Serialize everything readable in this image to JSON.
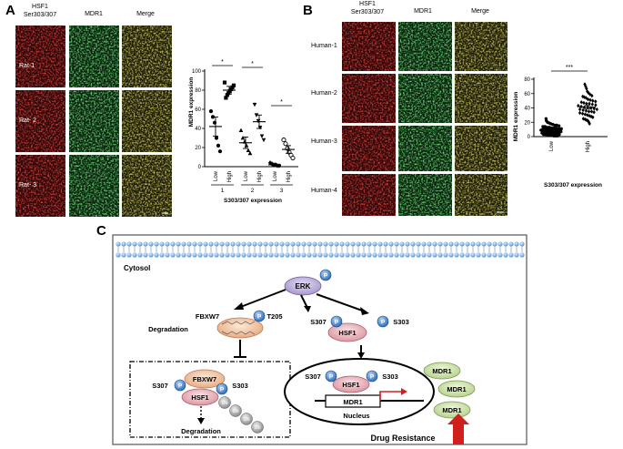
{
  "panel_a": {
    "letter": "A",
    "col_headers": [
      "HSF1\nSer303/307",
      "MDR1",
      "Merge"
    ],
    "row_labels": [
      "Rat-1",
      "Rat- 2",
      "Rat- 3"
    ]
  },
  "panel_b": {
    "letter": "B",
    "col_headers": [
      "HSF1\nSer303/307",
      "MDR1",
      "Merge"
    ],
    "row_labels": [
      "Human-1",
      "Human-2",
      "Human-3",
      "Human-4"
    ]
  },
  "panel_c": {
    "letter": "C",
    "cytosol": "Cytosol",
    "erk": "ERK",
    "fbxw7": "FBXW7",
    "t205": "T205",
    "degradation": "Degradation",
    "s307": "S307",
    "s303": "S303",
    "hsf1": "HSF1",
    "p": "P",
    "ub": "Ub",
    "mdr1": "MDR1",
    "nucleus": "Nucleus",
    "drug_resistance": "Drug Resistance"
  },
  "chart_data": [
    {
      "type": "scatter",
      "panel": "A",
      "ylabel": "MDR1 expression",
      "xlabel": "S303/307 expression",
      "ylim": [
        0,
        100
      ],
      "yticks": [
        0,
        20,
        40,
        60,
        80,
        100
      ],
      "categories": [
        "Low",
        "High",
        "Low",
        "High",
        "Low",
        "High"
      ],
      "groups": [
        "1",
        "2",
        "3"
      ],
      "significance": [
        "*",
        "*",
        "*"
      ],
      "series": [
        {
          "category": "Low",
          "group": "1",
          "marker": "filled-circle",
          "mean": 42,
          "sem": 10,
          "values": [
            58,
            52,
            46,
            30,
            22,
            16
          ]
        },
        {
          "category": "High",
          "group": "1",
          "marker": "filled-square",
          "mean": 80,
          "sem": 4,
          "values": [
            88,
            85,
            83,
            81,
            79,
            77,
            75,
            72
          ]
        },
        {
          "category": "Low",
          "group": "2",
          "marker": "filled-triangle-up",
          "mean": 25,
          "sem": 6,
          "values": [
            38,
            30,
            26,
            22,
            17,
            14
          ]
        },
        {
          "category": "High",
          "group": "2",
          "marker": "filled-triangle-down",
          "mean": 47,
          "sem": 7,
          "values": [
            65,
            54,
            48,
            41,
            32,
            28
          ]
        },
        {
          "category": "Low",
          "group": "3",
          "marker": "filled-diamond",
          "mean": 2,
          "sem": 1,
          "values": [
            4,
            3,
            2,
            2,
            1,
            1
          ]
        },
        {
          "category": "High",
          "group": "3",
          "marker": "open-circle",
          "mean": 18,
          "sem": 4,
          "values": [
            28,
            24,
            19,
            15,
            12,
            9
          ]
        }
      ]
    },
    {
      "type": "scatter",
      "panel": "B",
      "ylabel": "MDR1 expression",
      "xlabel": "S303/307 expression",
      "ylim": [
        0,
        80
      ],
      "yticks": [
        0,
        20,
        40,
        60,
        80
      ],
      "categories": [
        "Low",
        "High"
      ],
      "significance": [
        "***"
      ],
      "series": [
        {
          "category": "Low",
          "marker": "filled-circle",
          "mean": 9,
          "sem": 1,
          "values": [
            25,
            22,
            20,
            19,
            18,
            17,
            16,
            16,
            15,
            14,
            14,
            13,
            13,
            12,
            12,
            12,
            11,
            11,
            11,
            10,
            10,
            10,
            10,
            9,
            9,
            9,
            9,
            8,
            8,
            8,
            8,
            7,
            7,
            7,
            7,
            7,
            6,
            6,
            6,
            6,
            6,
            5,
            5,
            5,
            5,
            5,
            4,
            4,
            4,
            4,
            3,
            3,
            3,
            3,
            2,
            2,
            2,
            1,
            1,
            1
          ]
        },
        {
          "category": "High",
          "marker": "filled-diamond",
          "mean": 41,
          "sem": 2.5,
          "values": [
            73,
            70,
            67,
            63,
            61,
            59,
            57,
            56,
            55,
            54,
            52,
            51,
            50,
            49,
            48,
            47,
            46,
            46,
            45,
            44,
            43,
            42,
            41,
            41,
            40,
            39,
            38,
            38,
            37,
            36,
            35,
            35,
            34,
            33,
            32,
            31,
            30,
            29,
            28,
            27,
            25,
            24,
            23,
            22,
            20,
            18
          ]
        }
      ]
    }
  ]
}
